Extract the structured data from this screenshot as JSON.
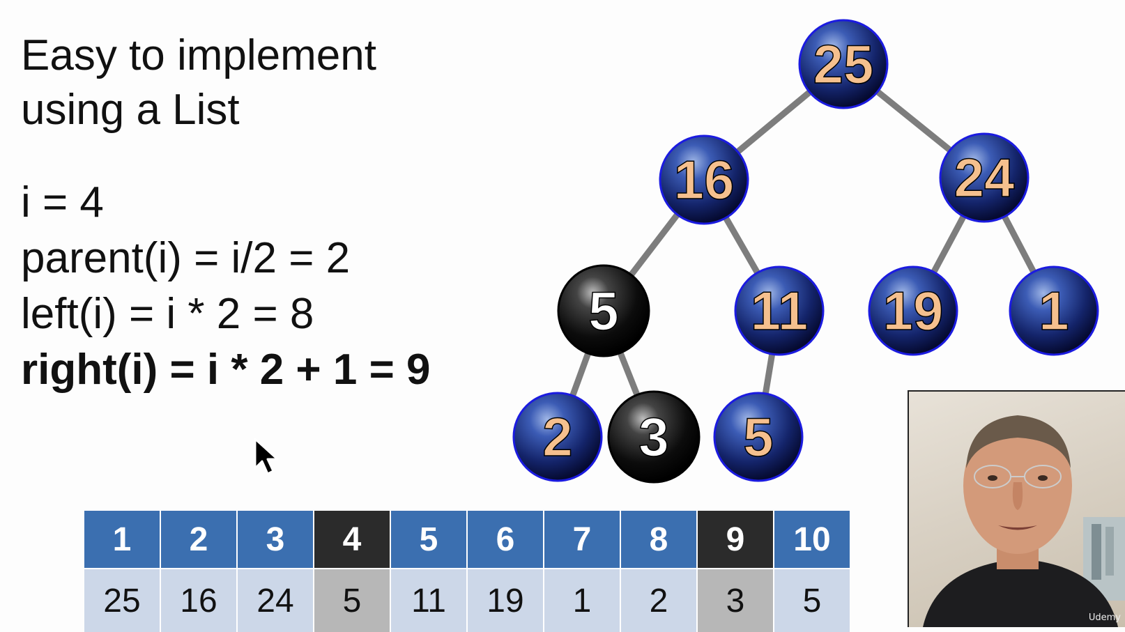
{
  "heading": {
    "line1": "Easy to implement",
    "line2": "using a List"
  },
  "formulas": {
    "i": "i = 4",
    "parent": "parent(i) = i/2 = 2",
    "left": "left(i) = i * 2 = 8",
    "right": "right(i) = i * 2 + 1 = 9"
  },
  "tree": {
    "nodes": [
      {
        "id": 1,
        "value": "25",
        "style": "blue"
      },
      {
        "id": 2,
        "value": "16",
        "style": "blue"
      },
      {
        "id": 3,
        "value": "24",
        "style": "blue"
      },
      {
        "id": 4,
        "value": "5",
        "style": "black"
      },
      {
        "id": 5,
        "value": "11",
        "style": "blue"
      },
      {
        "id": 6,
        "value": "19",
        "style": "blue"
      },
      {
        "id": 7,
        "value": "1",
        "style": "blue"
      },
      {
        "id": 8,
        "value": "2",
        "style": "blue"
      },
      {
        "id": 9,
        "value": "3",
        "style": "black"
      },
      {
        "id": 10,
        "value": "5",
        "style": "blue"
      }
    ],
    "edges": [
      [
        1,
        2
      ],
      [
        1,
        3
      ],
      [
        2,
        4
      ],
      [
        2,
        5
      ],
      [
        3,
        6
      ],
      [
        3,
        7
      ],
      [
        4,
        8
      ],
      [
        4,
        9
      ],
      [
        5,
        10
      ]
    ]
  },
  "array": {
    "indices": [
      "1",
      "2",
      "3",
      "4",
      "5",
      "6",
      "7",
      "8",
      "9",
      "10"
    ],
    "values": [
      "25",
      "16",
      "24",
      "5",
      "11",
      "19",
      "1",
      "2",
      "3",
      "5"
    ],
    "highlighted": [
      4,
      9
    ]
  },
  "webcam": {
    "brand": "Udemy"
  },
  "colors": {
    "node_blue": "#1a2f7a",
    "node_black": "#111111",
    "node_blue_text": "#f5c08e",
    "node_black_text": "#ffffff",
    "index_blue": "#3b6fb0",
    "index_dark": "#2b2b2b",
    "value_light": "#ccd7e8",
    "value_gray": "#b7b7b7"
  }
}
